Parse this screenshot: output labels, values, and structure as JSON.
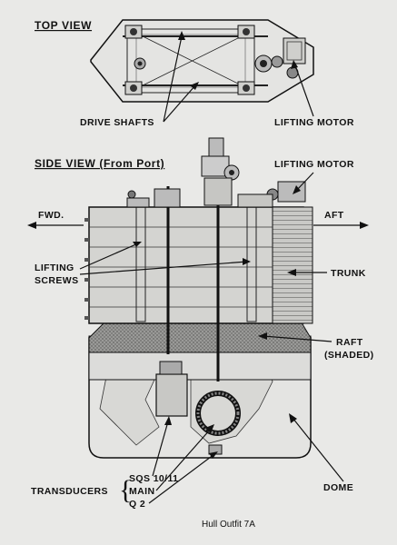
{
  "top_view": {
    "title": "TOP VIEW"
  },
  "side_view": {
    "title": "SIDE VIEW (From Port)"
  },
  "labels": {
    "drive_shafts": "DRIVE SHAFTS",
    "lifting_motor_top": "LIFTING MOTOR",
    "lifting_motor_side": "LIFTING MOTOR",
    "fwd": "FWD.",
    "aft": "AFT",
    "lifting": "LIFTING",
    "screws": "SCREWS",
    "trunk": "TRUNK",
    "raft": "RAFT",
    "shaded": "(SHADED)",
    "transducers": "TRANSDUCERS",
    "sqs": "SQS 10/11",
    "main": "MAIN",
    "q2": "Q 2",
    "dome": "DOME"
  },
  "caption": "Hull Outfit 7A"
}
